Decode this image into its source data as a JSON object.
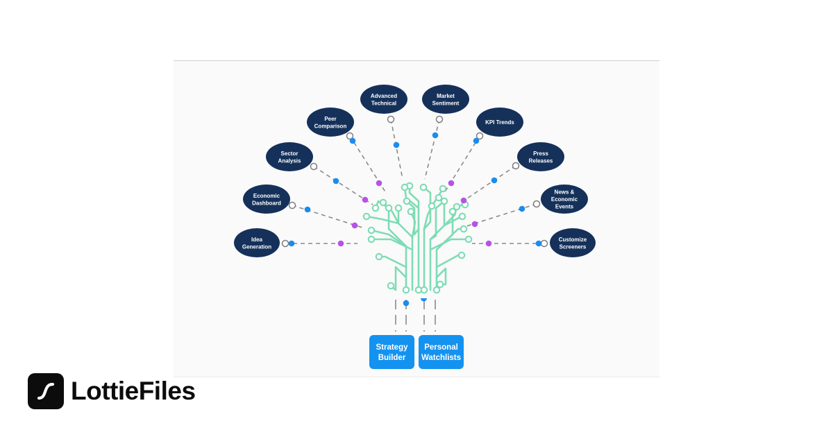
{
  "diagram": {
    "nodes_left": [
      {
        "id": "idea",
        "lines": [
          "Idea",
          "Generation"
        ]
      },
      {
        "id": "economic",
        "lines": [
          "Economic",
          "Dashboard"
        ]
      },
      {
        "id": "sector",
        "lines": [
          "Sector",
          "Analysis"
        ]
      },
      {
        "id": "peer",
        "lines": [
          "Peer",
          "Comparison"
        ]
      },
      {
        "id": "advanced",
        "lines": [
          "Advanced",
          "Technical"
        ]
      }
    ],
    "nodes_right": [
      {
        "id": "market",
        "lines": [
          "Market",
          "Sentiment"
        ]
      },
      {
        "id": "kpi",
        "lines": [
          "KPI Trends"
        ]
      },
      {
        "id": "press",
        "lines": [
          "Press",
          "Releases"
        ]
      },
      {
        "id": "news",
        "lines": [
          "News &",
          "Economic",
          "Events"
        ]
      },
      {
        "id": "customize",
        "lines": [
          "Customize",
          "Screeners"
        ]
      }
    ],
    "bottom_boxes": [
      {
        "id": "strategy",
        "lines": [
          "Strategy",
          "Builder"
        ]
      },
      {
        "id": "watchlists",
        "lines": [
          "Personal",
          "Watchlists"
        ]
      }
    ],
    "colors": {
      "node_fill": "#15315a",
      "box_fill": "#1492f0",
      "tree_stroke": "#7fdcb5",
      "dash_stroke": "#8a8a8a",
      "dot_blue": "#1a8cf0",
      "dot_purple": "#b653e6"
    }
  },
  "brand": {
    "name": "LottieFiles",
    "icon": "lottiefiles-logo-icon"
  }
}
